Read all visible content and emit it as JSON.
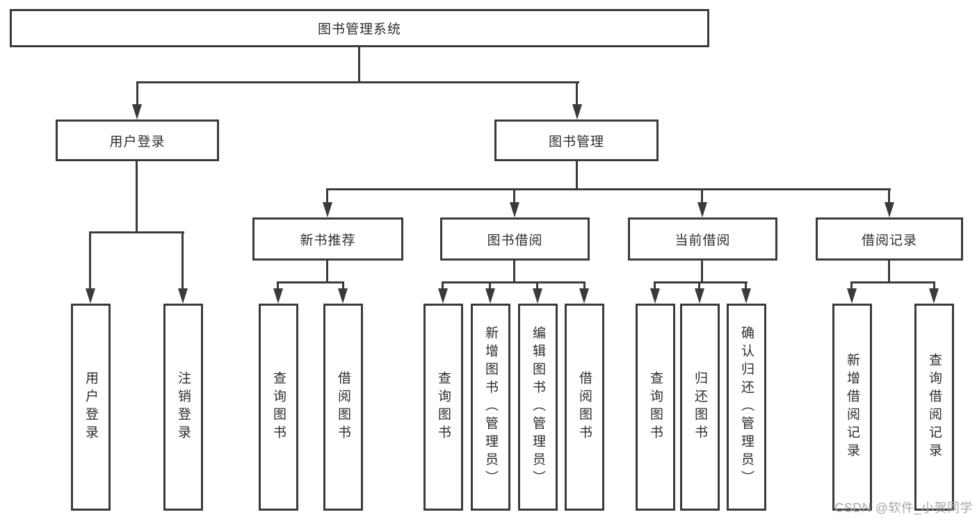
{
  "tree": {
    "root": {
      "label": "图书管理系统"
    },
    "branches": [
      {
        "label": "用户登录",
        "children": [
          {
            "label": "用户登录"
          },
          {
            "label": "注销登录"
          }
        ]
      },
      {
        "label": "图书管理",
        "children": [
          {
            "label": "新书推荐",
            "children": [
              {
                "label": "查询图书"
              },
              {
                "label": "借阅图书"
              }
            ]
          },
          {
            "label": "图书借阅",
            "children": [
              {
                "label": "查询图书"
              },
              {
                "label": "新增图书（管理员）"
              },
              {
                "label": "编辑图书（管理员）"
              },
              {
                "label": "借阅图书"
              }
            ]
          },
          {
            "label": "当前借阅",
            "children": [
              {
                "label": "查询图书"
              },
              {
                "label": "归还图书"
              },
              {
                "label": "确认归还（管理员）"
              }
            ]
          },
          {
            "label": "借阅记录",
            "children": [
              {
                "label": "新增借阅记录"
              },
              {
                "label": "查询借阅记录"
              }
            ]
          }
        ]
      }
    ]
  },
  "watermark": {
    "text": "CSDN @软件_小贺同学"
  },
  "colors": {
    "line": "#3a3a3a",
    "text": "#2d2d2d",
    "watermark": "#a8a8a8",
    "background": "#ffffff"
  }
}
